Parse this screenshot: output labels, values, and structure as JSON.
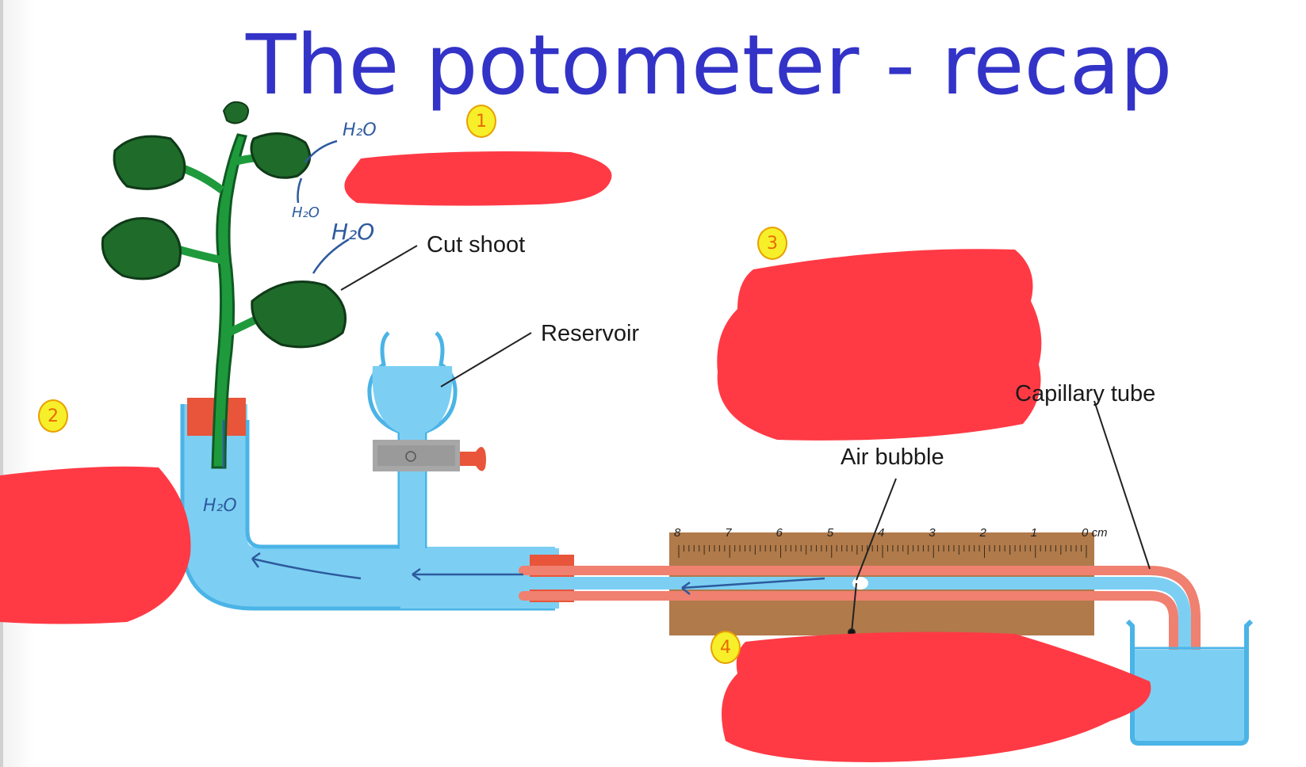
{
  "title": "The potometer - recap",
  "labels": {
    "cut_shoot": "Cut shoot",
    "reservoir": "Reservoir",
    "capillary_tube": "Capillary tube",
    "air_bubble": "Air bubble"
  },
  "annotations": {
    "number_1": "1",
    "number_2": "2",
    "number_3": "3",
    "number_4": "4",
    "h2o_1": "H₂O",
    "h2o_2": "H₂O",
    "h2o_3": "H₂O",
    "h2o_4": "H₂O"
  },
  "scale_labels": [
    "8",
    "7",
    "6",
    "5",
    "4",
    "3",
    "2",
    "1",
    "0 cm"
  ],
  "colors": {
    "title": "#3333c8",
    "water": "#7ccff3",
    "leaf": "#1f6b2a",
    "stem": "#1e9a3c",
    "ruler": "#b07a4a",
    "capillary": "#f08070",
    "redaction": "#ff3a45",
    "badge": "#f6ef2a"
  }
}
